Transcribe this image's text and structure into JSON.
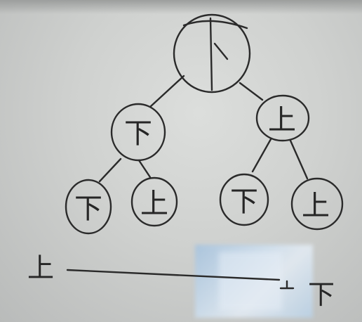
{
  "tree": {
    "root": {
      "char": "下"
    },
    "level2": [
      {
        "char": "下"
      },
      {
        "char": "上"
      }
    ],
    "level3": [
      {
        "char": "下"
      },
      {
        "char": "上"
      },
      {
        "char": "下"
      },
      {
        "char": "上"
      }
    ]
  },
  "axis": {
    "left_label": "上",
    "right_label": "下"
  }
}
